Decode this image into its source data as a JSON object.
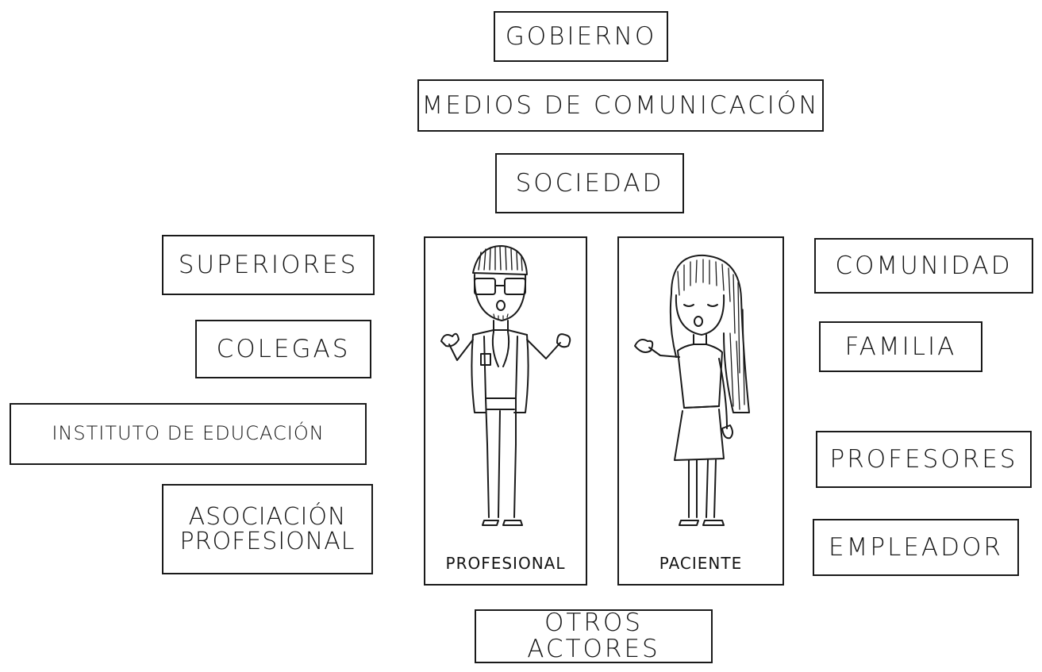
{
  "top": {
    "gobierno": "GOBIERNO",
    "medios": "MEDIOS DE COMUNICACIÓN",
    "sociedad": "SOCIEDAD"
  },
  "left": {
    "superiores": "SUPERIORES",
    "colegas": "COLEGAS",
    "instituto": "INSTITUTO DE EDUCACIÓN",
    "asociacion_line1": "ASOCIACIÓN",
    "asociacion_line2": "PROFESIONAL"
  },
  "right": {
    "comunidad": "COMUNIDAD",
    "familia": "FAMILIA",
    "profesores": "PROFESORES",
    "empleador": "EMPLEADOR"
  },
  "center": {
    "profesional": "PROFESIONAL",
    "paciente": "PACIENTE"
  },
  "bottom": {
    "otros": "OTROS ACTORES"
  }
}
